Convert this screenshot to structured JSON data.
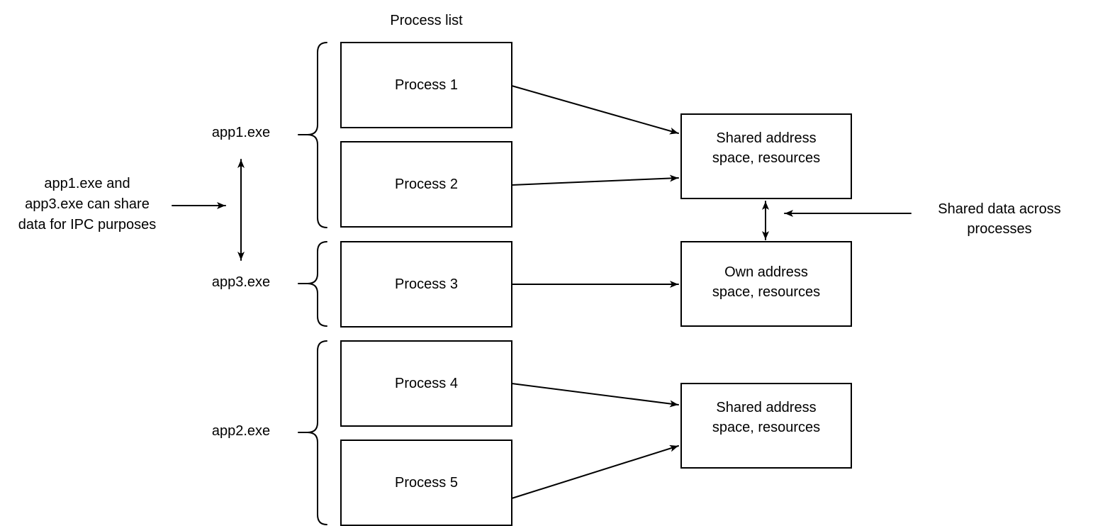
{
  "colors": {
    "stroke": "#000000",
    "background": "#ffffff",
    "text": "#000000"
  },
  "diagram": {
    "title": "Process list",
    "processes": [
      {
        "label": "Process 1"
      },
      {
        "label": "Process 2"
      },
      {
        "label": "Process 3"
      },
      {
        "label": "Process 4"
      },
      {
        "label": "Process 5"
      }
    ],
    "app_labels": [
      {
        "label": "app1.exe"
      },
      {
        "label": "app3.exe"
      },
      {
        "label": "app2.exe"
      }
    ],
    "resources": [
      {
        "lines": [
          "Shared address",
          "space, resources"
        ]
      },
      {
        "lines": [
          "Own address",
          "space, resources"
        ]
      },
      {
        "lines": [
          "Shared address",
          "space, resources"
        ]
      }
    ],
    "annotations": {
      "ipc": {
        "lines": [
          "app1.exe and",
          "app3.exe can share",
          "data for IPC purposes"
        ]
      },
      "shared_data": {
        "lines": [
          "Shared data across",
          "processes"
        ]
      }
    },
    "icons": {
      "arrow": "filled-barbed-arrowhead",
      "brace": "left-curly-brace"
    }
  }
}
